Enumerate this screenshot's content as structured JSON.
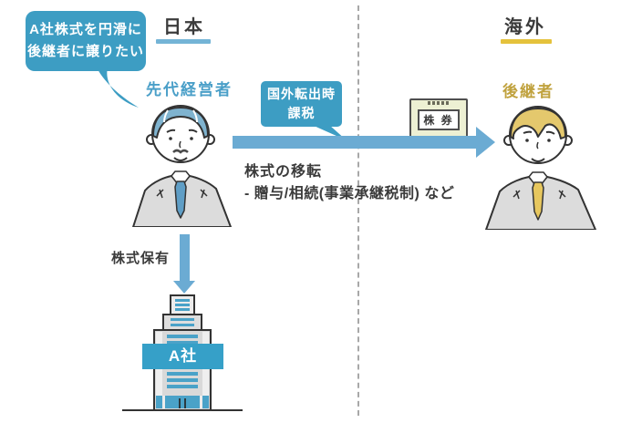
{
  "regions": {
    "japan": "日本",
    "overseas": "海外"
  },
  "speech_bubble": {
    "line1": "A社株式を円滑に",
    "line2": "後継者に譲りたい"
  },
  "actors": {
    "predecessor": "先代経営者",
    "successor": "後継者"
  },
  "exit_tax_badge": {
    "line1": "国外転出時",
    "line2": "課税"
  },
  "certificate": {
    "label": "株 券"
  },
  "transfer": {
    "title": "株式の移転",
    "detail": "- 贈与/相続(事業承継税制) など"
  },
  "shareholding": {
    "label": "株式保有"
  },
  "company": {
    "label": "A社"
  },
  "colors": {
    "teal_bubble": "#3d9dc3",
    "arrow_blue": "#6babd3",
    "building_blue": "#36a0c8",
    "japan_underline": "#74b4d6",
    "overseas_underline": "#e5c23c",
    "predecessor_label": "#4a9fc8",
    "successor_label": "#c0a23e",
    "text_dark": "#3b3b3b",
    "certificate_bg": "#edf0d3",
    "hair_blue": "#7fb3cf",
    "hair_blonde": "#e4c86d",
    "tie_blue": "#5f9ec6",
    "tie_yellow": "#e7c75e",
    "suit_gray": "#dcdcdc"
  }
}
